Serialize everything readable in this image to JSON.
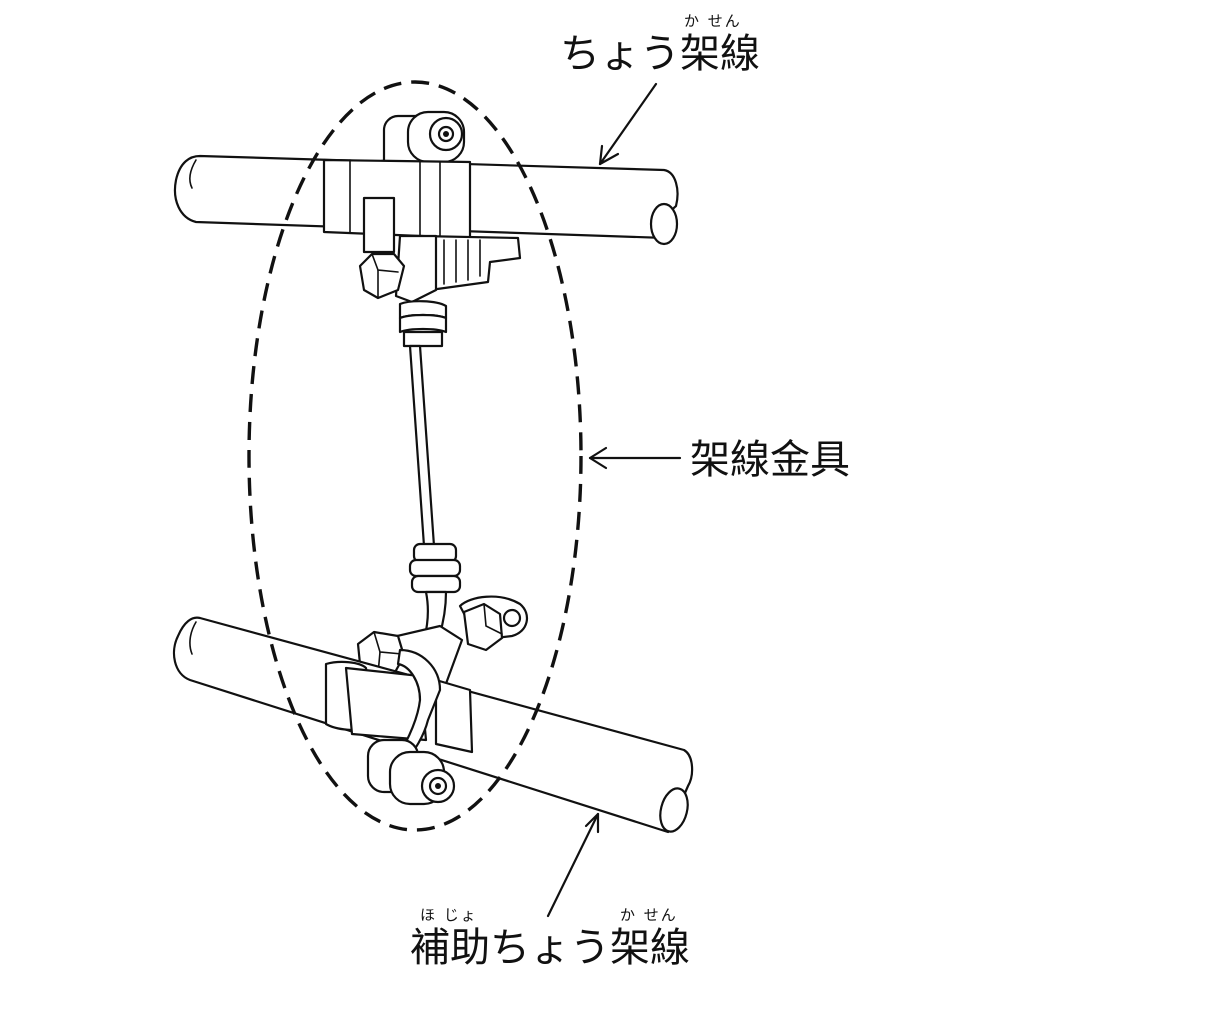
{
  "labels": {
    "messenger_wire": {
      "text": "ちょう架線",
      "ruby": "か せん"
    },
    "fitting": {
      "text": "架線金具"
    },
    "auxiliary_wire": {
      "text": "補助ちょう架線",
      "ruby_left": "ほ じょ",
      "ruby_right": "か せん"
    }
  }
}
